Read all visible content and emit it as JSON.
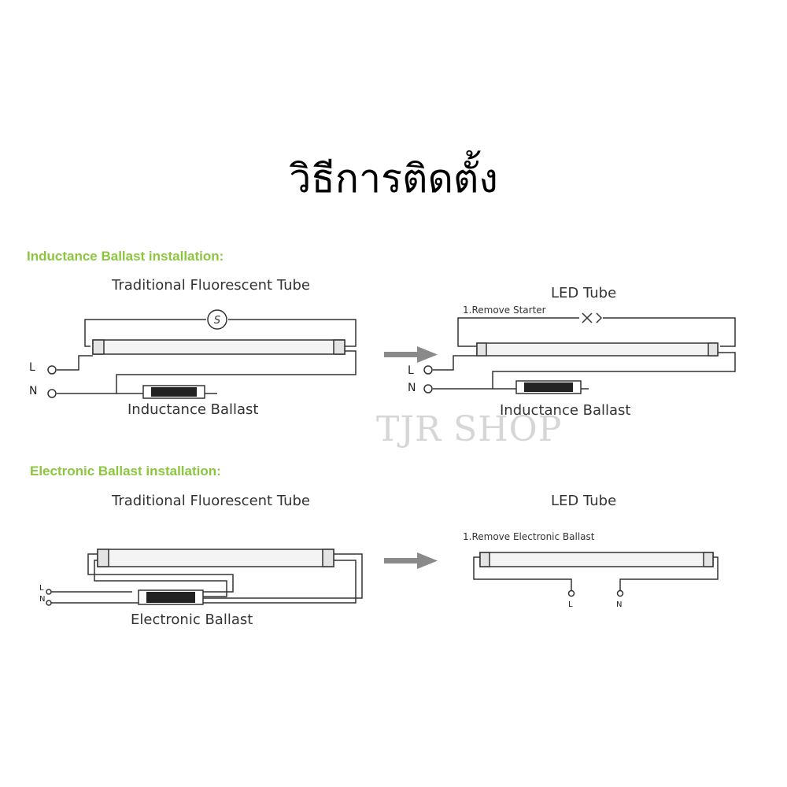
{
  "title": "วิธีการติดตั้ง",
  "watermark": "TJR SHOP",
  "inductance": {
    "heading": "Inductance Ballast installation:",
    "left_tube_label": "Traditional Fluorescent Tube",
    "right_tube_label": "LED Tube",
    "starter_symbol": "S",
    "remove_note": "1.Remove Starter",
    "left_ballast_label": "Inductance Ballast",
    "right_ballast_label": "Inductance Ballast",
    "left_terminal_l": "L",
    "left_terminal_n": "N",
    "right_terminal_l": "L",
    "right_terminal_n": "N"
  },
  "electronic": {
    "heading": "Electronic Ballast installation:",
    "left_tube_label": "Traditional Fluorescent Tube",
    "right_tube_label": "LED Tube",
    "remove_note": "1.Remove Electronic Ballast",
    "ballast_label": "Electronic Ballast",
    "left_terminal_l": "L",
    "left_terminal_n": "N",
    "right_terminal_l": "L",
    "right_terminal_n": "N"
  },
  "colors": {
    "heading_green": "#8cc63f",
    "wire": "#333333",
    "tube_fill": "#f4f4f4",
    "arrow": "#8a8a8a",
    "watermark": "#d6d6d6"
  }
}
